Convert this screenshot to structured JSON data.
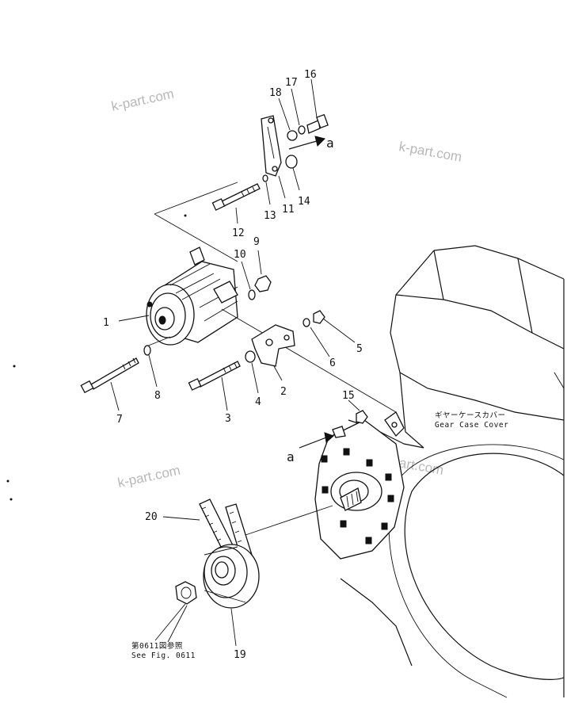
{
  "watermarks": [
    "k-part.com",
    "k-part.com",
    "k-part.com",
    "k-part.com"
  ],
  "callouts": {
    "c1": "1",
    "c2": "2",
    "c3": "3",
    "c4": "4",
    "c5": "5",
    "c6": "6",
    "c7": "7",
    "c8": "8",
    "c9": "9",
    "c10": "10",
    "c11": "11",
    "c12": "12",
    "c13": "13",
    "c14": "14",
    "c15": "15",
    "c16": "16",
    "c17": "17",
    "c18": "18",
    "c19": "19",
    "c20": "20"
  },
  "ref_marks": {
    "top": "a",
    "bottom": "a"
  },
  "gear_case_label_jp": "ギヤーケースカバー",
  "gear_case_label_en": "Gear Case Cover",
  "see_fig_jp": "第0611図参照",
  "see_fig_en": "See Fig. 0611"
}
